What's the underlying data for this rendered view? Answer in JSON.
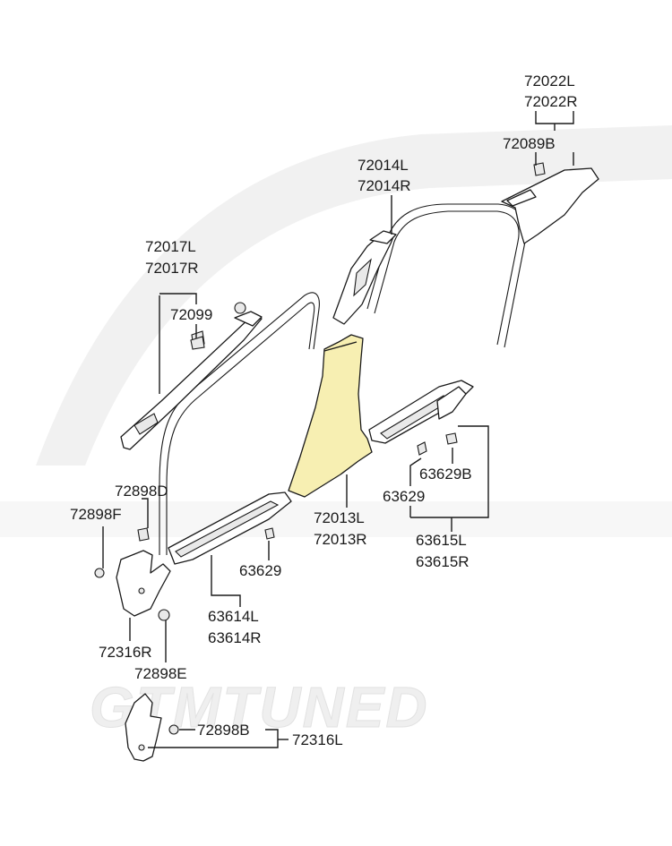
{
  "highlight_color": "#f7efb2",
  "watermark": "GTMTUNED",
  "labels": {
    "l72022L": "72022L",
    "l72022R": "72022R",
    "l72089B": "72089B",
    "l72014L": "72014L",
    "l72014R": "72014R",
    "l72017L": "72017L",
    "l72017R": "72017R",
    "l72099": "72099",
    "l72898D": "72898D",
    "l72898F": "72898F",
    "l72013L": "72013L",
    "l72013R": "72013R",
    "l63629a": "63629",
    "l63629b": "63629",
    "l63629B": "63629B",
    "l63615L": "63615L",
    "l63615R": "63615R",
    "l63614L": "63614L",
    "l63614R": "63614R",
    "l72316R": "72316R",
    "l72898E": "72898E",
    "l72898B": "72898B",
    "l72316L": "72316L"
  }
}
